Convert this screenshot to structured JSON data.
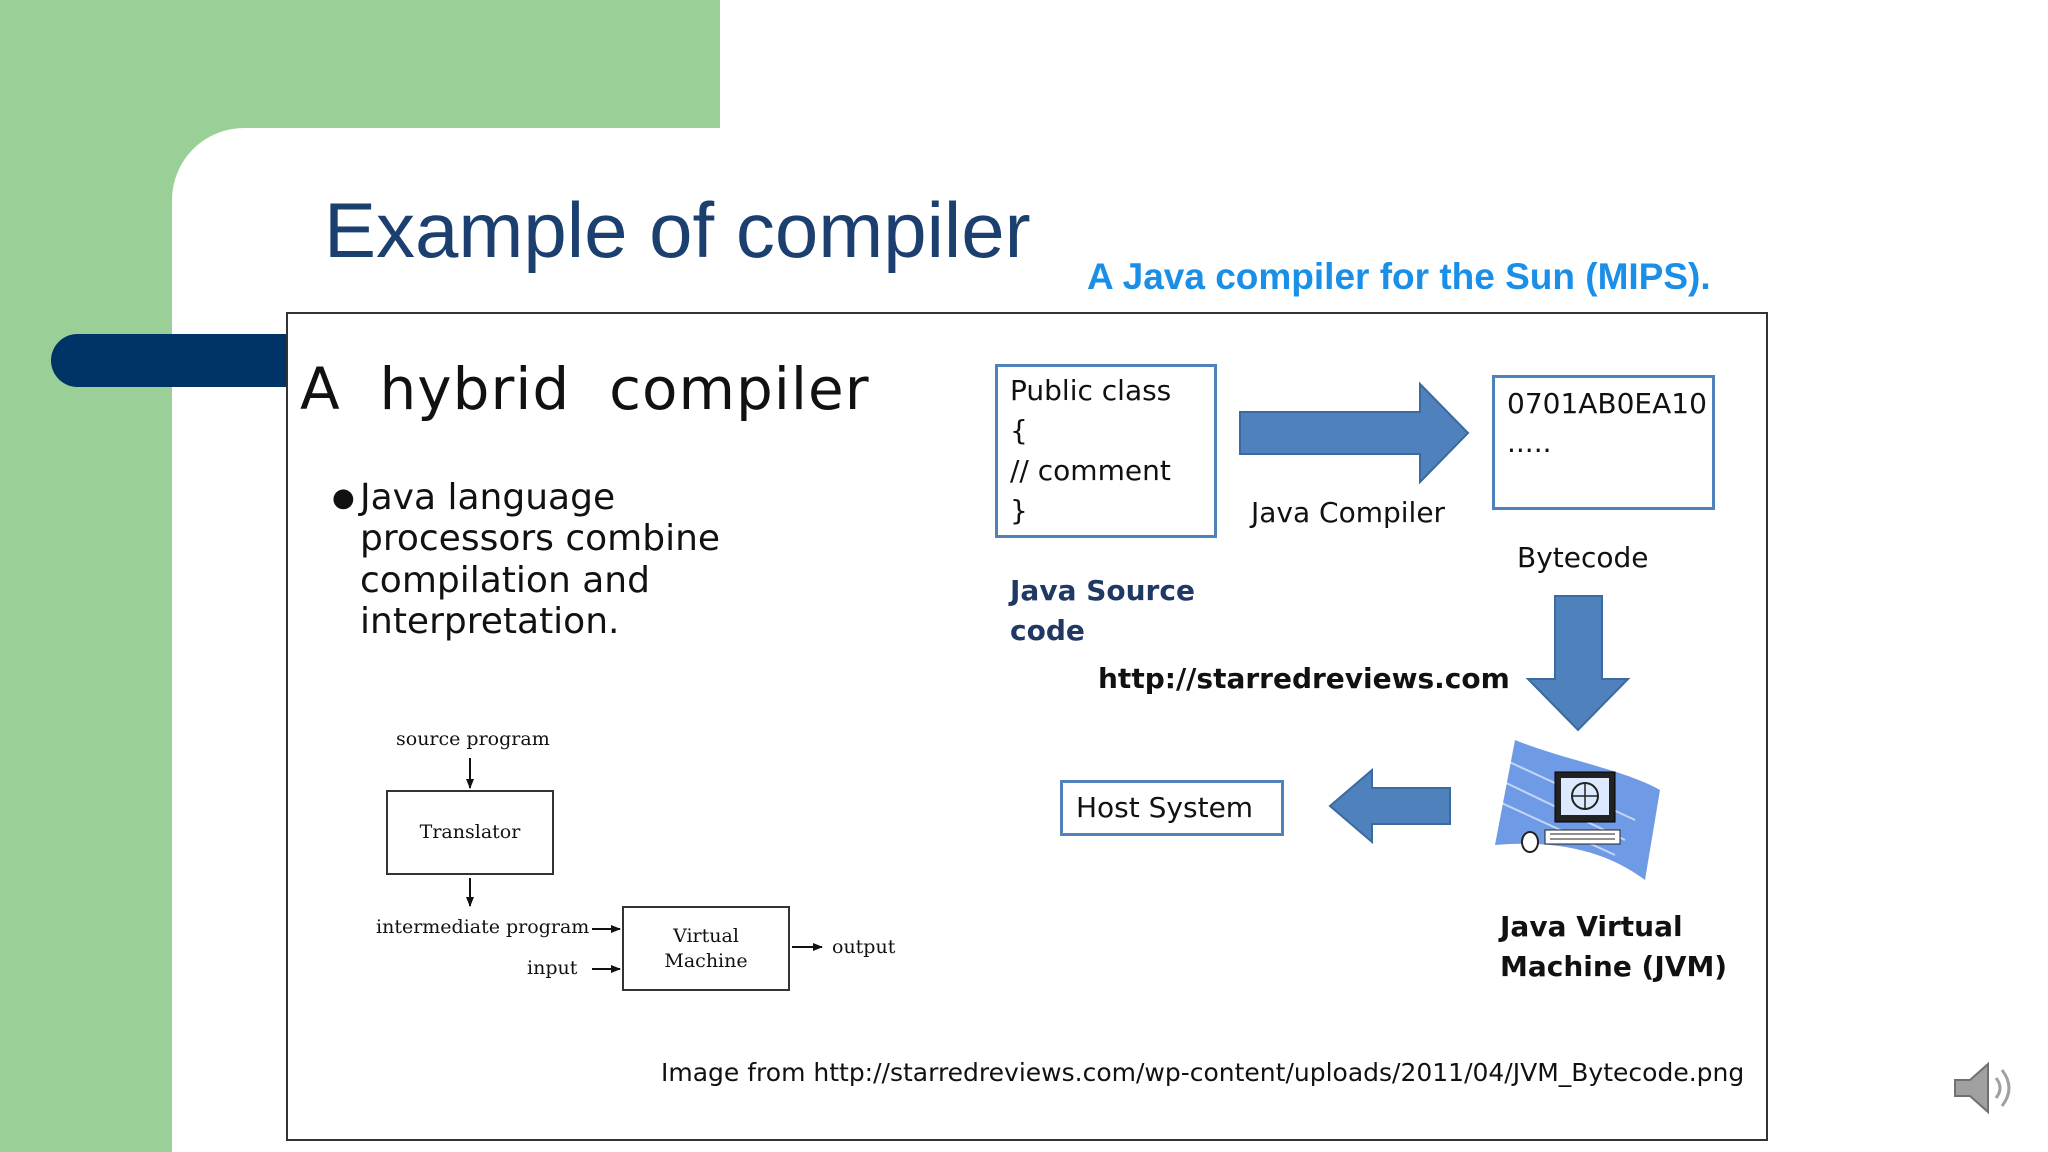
{
  "slide": {
    "title": "Example of compiler",
    "subtitle": "A Java compiler for the Sun (MIPS)."
  },
  "figure": {
    "heading": "A  hybrid  compiler",
    "bullet_lines": [
      "Java language",
      "processors combine",
      "compilation and",
      "interpretation."
    ],
    "diagram": {
      "source_label": "source program",
      "translator_label": "Translator",
      "intermediate_label": "intermediate program",
      "input_label": "input",
      "vm_line1": "Virtual",
      "vm_line2": "Machine",
      "output_label": "output"
    },
    "java_flow": {
      "source_code_lines": [
        "Public class",
        "{",
        "// comment",
        "}"
      ],
      "source_caption_line1": "Java Source",
      "source_caption_line2": "code",
      "compiler_label": "Java Compiler",
      "bytecode_lines": [
        "0701AB0EA10",
        "....."
      ],
      "bytecode_label": "Bytecode",
      "website": "http://starredreviews.com",
      "host_system_label": "Host System",
      "jvm_line1": "Java Virtual",
      "jvm_line2": "Machine (JVM)"
    },
    "credit": "Image from http://starredreviews.com/wp-content/uploads/2011/04/JVM_Bytecode.png"
  },
  "colors": {
    "green": "#9bcf98",
    "navy": "#003366",
    "title": "#1b3f6e",
    "subtitle": "#1a8fe8",
    "arrow_blue": "#4f81bd"
  },
  "icons": {
    "speaker": "speaker-icon",
    "computer": "computer-icon"
  }
}
